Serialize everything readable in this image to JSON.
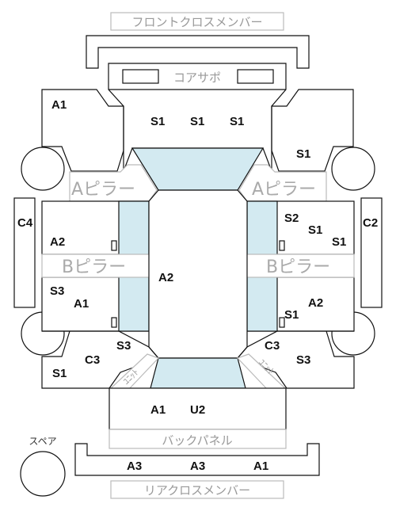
{
  "labels": {
    "front_cross_member": "フロントクロスメンバー",
    "core_support": "コアサポ",
    "a_pillar_left": "Aピラー",
    "a_pillar_right": "Aピラー",
    "b_pillar_left": "Bピラー",
    "b_pillar_right": "Bピラー",
    "back_panel": "バックパネル",
    "rear_cross_member": "リアクロスメンバー",
    "spare": "スペア",
    "unit_left": "ﾕﾆｯﾄ",
    "unit_right": "ﾕﾆｯﾄ"
  },
  "codes": {
    "front_a1": "A1",
    "front_s1_1": "S1",
    "front_s1_2": "S1",
    "front_s1_3": "S1",
    "front_right_s1": "S1",
    "left_c4": "C4",
    "right_c2": "C2",
    "left_upper_a2": "A2",
    "right_upper_s2": "S2",
    "right_upper_s1a": "S1",
    "right_upper_s1b": "S1",
    "center_a2": "A2",
    "left_lower_s3": "S3",
    "left_lower_a1": "A1",
    "right_lower_a2": "A2",
    "right_lower_s1": "S1",
    "left_corner_s3": "S3",
    "right_corner_c3": "C3",
    "rear_left_c3": "C3",
    "rear_right_s3": "S3",
    "rear_left_s1": "S1",
    "rear_a1": "A1",
    "rear_u2": "U2",
    "rear_cross_a3_1": "A3",
    "rear_cross_a3_2": "A3",
    "rear_cross_a1": "A1"
  }
}
